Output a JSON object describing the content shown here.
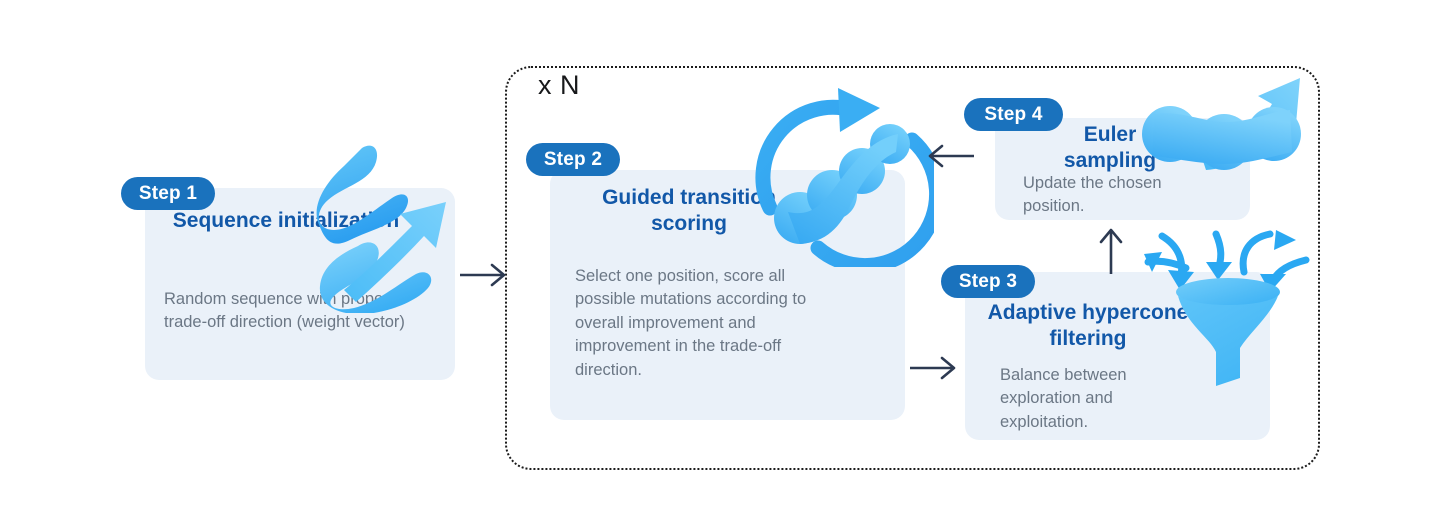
{
  "diagram": {
    "loop": {
      "label": "x N",
      "border_style": "dotted"
    },
    "colors": {
      "badge_blue": "#1a72bd",
      "title_blue": "#1258a8",
      "card_bg": "#eaf1f9",
      "body_gray": "#6b7785",
      "illustration_blue": "#3fb6f5",
      "illustration_blue_dark": "#2a9ae8",
      "arrow_navy": "#2d3a52",
      "page_bg": "#ffffff"
    },
    "steps": [
      {
        "badge": "Step 1",
        "title": "Sequence initialization",
        "body": "Random sequence with property trade-off direction (weight vector)",
        "icon": "squiggly-arrow-icon",
        "in_loop": false
      },
      {
        "badge": "Step 2",
        "title": "Guided transition scoring",
        "body": "Select one position, score all possible mutations according to overall improvement and improvement in the trade-off direction.",
        "icon": "circular-refresh-bead-chain-icon",
        "in_loop": true
      },
      {
        "badge": "Step 3",
        "title": "Adaptive hypercone filtering",
        "body": "Balance between exploration and exploitation.",
        "icon": "funnel-icon",
        "in_loop": true
      },
      {
        "badge": "Step 4",
        "title": "Euler sampling",
        "body": "Update the chosen position.",
        "icon": "bead-chain-rising-arrow-icon",
        "in_loop": true
      }
    ],
    "connectors": [
      {
        "name": "arrow-step1-to-step2",
        "direction": "right",
        "icon": "arrow-right-icon"
      },
      {
        "name": "arrow-step2-to-step3",
        "direction": "right",
        "icon": "arrow-right-icon"
      },
      {
        "name": "arrow-step3-to-step4",
        "direction": "up",
        "icon": "arrow-up-icon"
      },
      {
        "name": "arrow-step4-to-step2",
        "direction": "left",
        "icon": "arrow-left-icon"
      }
    ]
  }
}
